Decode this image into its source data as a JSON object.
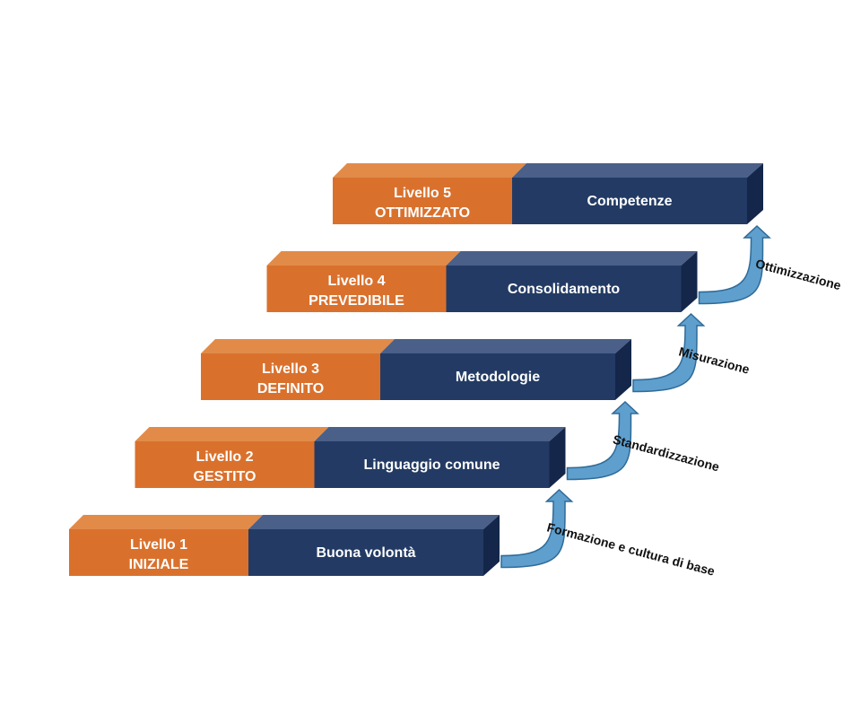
{
  "colors": {
    "orange_front": "#D9712D",
    "orange_top": "#E28B49",
    "navy_front": "#233B64",
    "navy_top": "#4A6088",
    "navy_side": "#14264A",
    "arrow_fill": "#5E9FCE",
    "arrow_stroke": "#2F6B98",
    "text_light": "#FFFFFF",
    "text_dark": "#111111"
  },
  "steps": [
    {
      "level": "Livello 1",
      "name": "INIZIALE",
      "description": "Buona volontà"
    },
    {
      "level": "Livello 2",
      "name": "GESTITO",
      "description": "Linguaggio comune"
    },
    {
      "level": "Livello 3",
      "name": "DEFINITO",
      "description": "Metodologie"
    },
    {
      "level": "Livello 4",
      "name": "PREVEDIBILE",
      "description": "Consolidamento"
    },
    {
      "level": "Livello 5",
      "name": "OTTIMIZZATO",
      "description": "Competenze"
    }
  ],
  "transitions": [
    {
      "label": "Formazione e cultura di base",
      "icon": "curved-arrow-icon"
    },
    {
      "label": "Standardizzazione",
      "icon": "curved-arrow-icon"
    },
    {
      "label": "Misurazione",
      "icon": "curved-arrow-icon"
    },
    {
      "label": "Ottimizzazione",
      "icon": "curved-arrow-icon"
    }
  ]
}
